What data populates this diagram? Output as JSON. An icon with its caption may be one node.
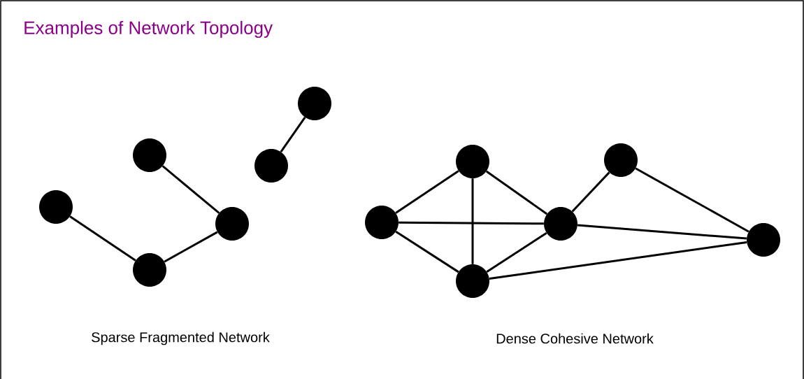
{
  "diagram": {
    "title": "Examples of Network Topology",
    "nodes": [
      {
        "text": [],
        "shape": "circle"
      },
      {
        "text": [],
        "shape": "circle"
      },
      {
        "text": [],
        "shape": "circle"
      },
      {
        "text": [],
        "shape": "circle"
      },
      {
        "text": [],
        "shape": "circle"
      },
      {
        "text": [],
        "shape": "circle"
      },
      {
        "text": [],
        "shape": "circle"
      },
      {
        "text": [],
        "shape": "circle"
      },
      {
        "text": [],
        "shape": "circle"
      },
      {
        "text": [],
        "shape": "circle"
      },
      {
        "text": [],
        "shape": "circle"
      },
      {
        "text": [],
        "shape": "circle"
      }
    ],
    "edges": [
      {
        "from": 0,
        "to": 2,
        "arrow": "none"
      },
      {
        "from": 2,
        "to": 3,
        "arrow": "none"
      },
      {
        "from": 1,
        "to": 3,
        "arrow": "none"
      },
      {
        "from": 4,
        "to": 5,
        "arrow": "none"
      },
      {
        "from": 6,
        "to": 7,
        "arrow": "none"
      },
      {
        "from": 6,
        "to": 9,
        "arrow": "none"
      },
      {
        "from": 6,
        "to": 8,
        "arrow": "none"
      },
      {
        "from": 7,
        "to": 8,
        "arrow": "none"
      },
      {
        "from": 7,
        "to": 9,
        "arrow": "none"
      },
      {
        "from": 8,
        "to": 9,
        "arrow": "none"
      },
      {
        "from": 8,
        "to": 11,
        "arrow": "none"
      },
      {
        "from": 9,
        "to": 10,
        "arrow": "none"
      },
      {
        "from": 9,
        "to": 11,
        "arrow": "none"
      },
      {
        "from": 10,
        "to": 11,
        "arrow": "none"
      }
    ],
    "labels": [
      "Sparse Fragmented Network",
      "Dense Cohesive Network"
    ]
  }
}
